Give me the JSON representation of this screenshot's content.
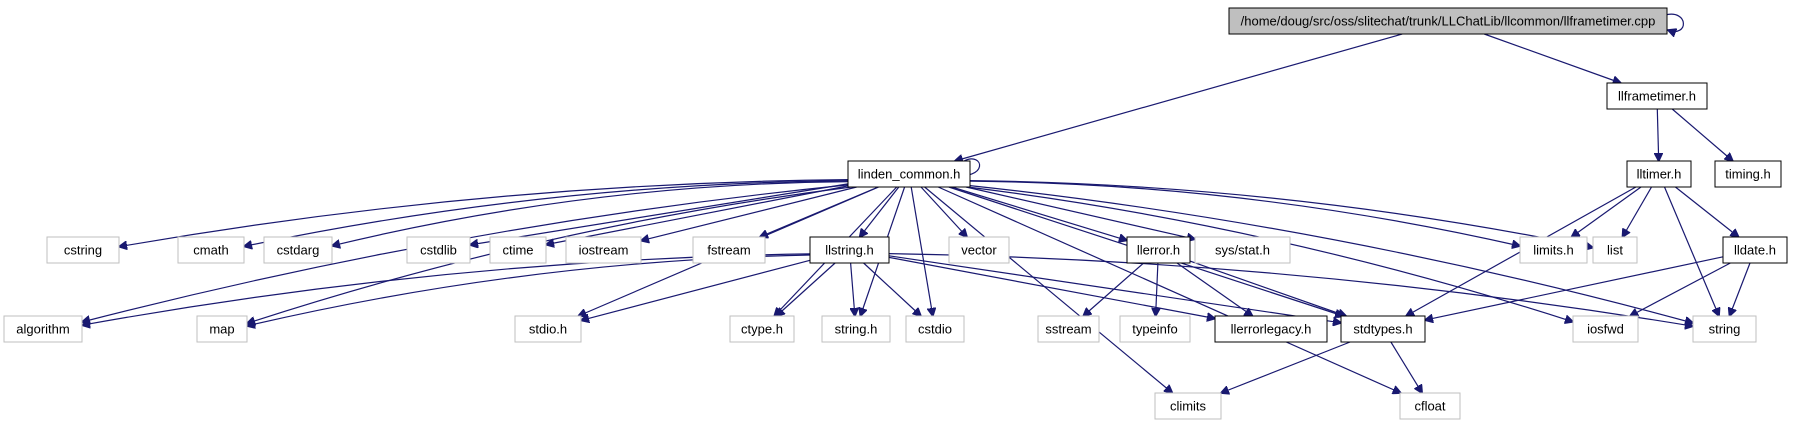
{
  "colors": {
    "edge": "#191970",
    "root_fill": "#bfbfbf",
    "project_border": "#000000",
    "system_border": "#bfbfbf"
  },
  "nodes": [
    {
      "id": "root",
      "label": "/home/doug/src/oss/slitechat/trunk/LLChatLib/llcommon/llframetimer.cpp",
      "kind": "root"
    },
    {
      "id": "llframetimer",
      "label": "llframetimer.h",
      "kind": "project"
    },
    {
      "id": "linden_common",
      "label": "linden_common.h",
      "kind": "project"
    },
    {
      "id": "lltimer",
      "label": "lltimer.h",
      "kind": "project"
    },
    {
      "id": "timing",
      "label": "timing.h",
      "kind": "project"
    },
    {
      "id": "cstring",
      "label": "cstring",
      "kind": "system"
    },
    {
      "id": "cmath",
      "label": "cmath",
      "kind": "system"
    },
    {
      "id": "cstdarg",
      "label": "cstdarg",
      "kind": "system"
    },
    {
      "id": "cstdlib",
      "label": "cstdlib",
      "kind": "system"
    },
    {
      "id": "ctime",
      "label": "ctime",
      "kind": "system"
    },
    {
      "id": "iostream",
      "label": "iostream",
      "kind": "system"
    },
    {
      "id": "fstream",
      "label": "fstream",
      "kind": "system"
    },
    {
      "id": "llstring",
      "label": "llstring.h",
      "kind": "project"
    },
    {
      "id": "vector",
      "label": "vector",
      "kind": "system"
    },
    {
      "id": "llerror",
      "label": "llerror.h",
      "kind": "project"
    },
    {
      "id": "sysstat",
      "label": "sys/stat.h",
      "kind": "system"
    },
    {
      "id": "limits",
      "label": "limits.h",
      "kind": "system"
    },
    {
      "id": "list",
      "label": "list",
      "kind": "system"
    },
    {
      "id": "lldate",
      "label": "lldate.h",
      "kind": "project"
    },
    {
      "id": "algorithm",
      "label": "algorithm",
      "kind": "system"
    },
    {
      "id": "map",
      "label": "map",
      "kind": "system"
    },
    {
      "id": "stdio",
      "label": "stdio.h",
      "kind": "system"
    },
    {
      "id": "ctype",
      "label": "ctype.h",
      "kind": "system"
    },
    {
      "id": "stringh",
      "label": "string.h",
      "kind": "system"
    },
    {
      "id": "cstdio",
      "label": "cstdio",
      "kind": "system"
    },
    {
      "id": "sstream",
      "label": "sstream",
      "kind": "system"
    },
    {
      "id": "typeinfo",
      "label": "typeinfo",
      "kind": "system"
    },
    {
      "id": "llerrorlegacy",
      "label": "llerrorlegacy.h",
      "kind": "project"
    },
    {
      "id": "stdtypes",
      "label": "stdtypes.h",
      "kind": "project"
    },
    {
      "id": "iosfwd",
      "label": "iosfwd",
      "kind": "system"
    },
    {
      "id": "string",
      "label": "string",
      "kind": "system"
    },
    {
      "id": "climits",
      "label": "climits",
      "kind": "system"
    },
    {
      "id": "cfloat",
      "label": "cfloat",
      "kind": "system"
    }
  ],
  "edges": [
    [
      "root",
      "root"
    ],
    [
      "root",
      "llframetimer"
    ],
    [
      "root",
      "linden_common"
    ],
    [
      "llframetimer",
      "lltimer"
    ],
    [
      "llframetimer",
      "timing"
    ],
    [
      "linden_common",
      "linden_common"
    ],
    [
      "linden_common",
      "cstring"
    ],
    [
      "linden_common",
      "cmath"
    ],
    [
      "linden_common",
      "cstdarg"
    ],
    [
      "linden_common",
      "cstdlib"
    ],
    [
      "linden_common",
      "ctime"
    ],
    [
      "linden_common",
      "iostream"
    ],
    [
      "linden_common",
      "fstream"
    ],
    [
      "linden_common",
      "llstring"
    ],
    [
      "linden_common",
      "vector"
    ],
    [
      "linden_common",
      "llerror"
    ],
    [
      "linden_common",
      "sysstat"
    ],
    [
      "linden_common",
      "limits"
    ],
    [
      "linden_common",
      "list"
    ],
    [
      "linden_common",
      "algorithm"
    ],
    [
      "linden_common",
      "map"
    ],
    [
      "linden_common",
      "stdio"
    ],
    [
      "linden_common",
      "ctype"
    ],
    [
      "linden_common",
      "stringh"
    ],
    [
      "linden_common",
      "cstdio"
    ],
    [
      "linden_common",
      "stdtypes"
    ],
    [
      "linden_common",
      "iosfwd"
    ],
    [
      "linden_common",
      "string"
    ],
    [
      "linden_common",
      "climits"
    ],
    [
      "linden_common",
      "cfloat"
    ],
    [
      "llstring",
      "algorithm"
    ],
    [
      "llstring",
      "map"
    ],
    [
      "llstring",
      "stdio"
    ],
    [
      "llstring",
      "ctype"
    ],
    [
      "llstring",
      "stringh"
    ],
    [
      "llstring",
      "cstdio"
    ],
    [
      "llstring",
      "stdtypes"
    ],
    [
      "llstring",
      "string"
    ],
    [
      "llstring",
      "llerrorlegacy"
    ],
    [
      "llerror",
      "sstream"
    ],
    [
      "llerror",
      "typeinfo"
    ],
    [
      "llerror",
      "llerrorlegacy"
    ],
    [
      "llerror",
      "stdtypes"
    ],
    [
      "lltimer",
      "limits"
    ],
    [
      "lltimer",
      "list"
    ],
    [
      "lltimer",
      "lldate"
    ],
    [
      "lltimer",
      "stdtypes"
    ],
    [
      "lltimer",
      "string"
    ],
    [
      "lldate",
      "stdtypes"
    ],
    [
      "lldate",
      "iosfwd"
    ],
    [
      "lldate",
      "string"
    ],
    [
      "stdtypes",
      "climits"
    ],
    [
      "stdtypes",
      "cfloat"
    ]
  ]
}
